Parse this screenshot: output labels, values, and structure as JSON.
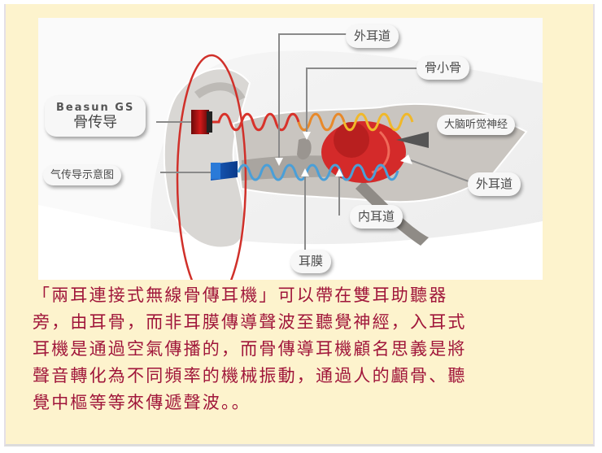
{
  "diagram": {
    "labels": {
      "bone_conduction_brand": "Beasun GS",
      "bone_conduction": "骨传导",
      "air_conduction": "气传导示意图",
      "outer_ear_canal_top": "外耳道",
      "ossicles": "骨小骨",
      "auditory_nerve": "大脑听觉神经",
      "outer_ear_canal_right": "外耳道",
      "inner_ear_canal": "内耳道",
      "eardrum": "耳膜"
    },
    "colors": {
      "bone_wave": "#d8322a",
      "bone_wave_mid": "#e8892a",
      "bone_wave_end": "#f0b82a",
      "air_wave": "#4a9fd8",
      "highlight_ellipse": "#d0302a",
      "cochlea": "#d42a2a"
    }
  },
  "caption": {
    "lines": [
      "「兩耳連接式無線骨傳耳機」可以帶在雙耳助聽器",
      "旁，由耳骨，而非耳膜傳導聲波至聽覺神經，入耳式",
      "耳機是通過空氣傳播的，而骨傳導耳機顧名思義是將",
      "聲音轉化為不同頻率的機械振動，通過人的顱骨、聽",
      "覺中樞等等來傳遞聲波。。"
    ],
    "color": "#a0163a"
  }
}
